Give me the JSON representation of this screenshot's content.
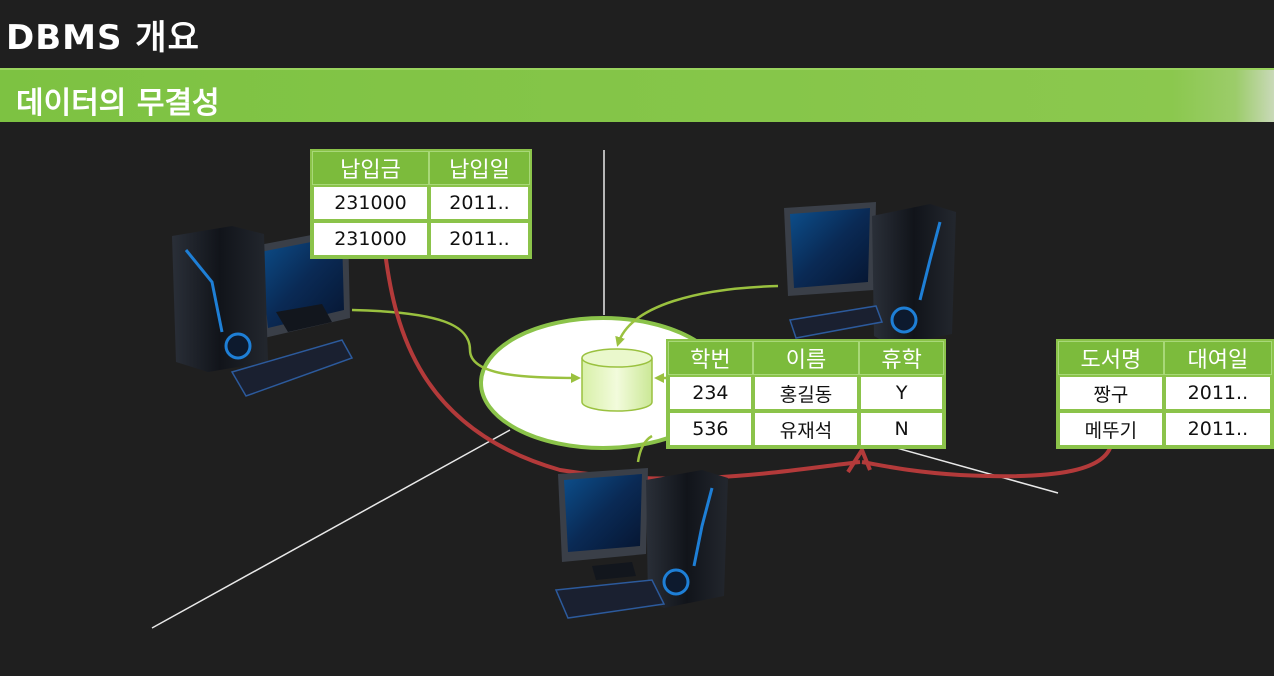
{
  "title": "DBMS 개요",
  "subtitle": "데이터의 무결성",
  "colors": {
    "accent_green": "#8bc34a",
    "red_arrow": "#b33a3a",
    "green_arrow": "#9ac13f",
    "background": "#1f1f1f"
  },
  "tables": {
    "payment": {
      "headers": [
        "납입금",
        "납입일"
      ],
      "rows": [
        [
          "231000",
          "2011.."
        ],
        [
          "231000",
          "2011.."
        ]
      ]
    },
    "student": {
      "headers": [
        "학번",
        "이름",
        "휴학"
      ],
      "rows": [
        [
          "234",
          "홍길동",
          "Y"
        ],
        [
          "536",
          "유재석",
          "N"
        ]
      ]
    },
    "library": {
      "headers": [
        "도서명",
        "대여일"
      ],
      "rows": [
        [
          "짱구",
          "2011.."
        ],
        [
          "메뚜기",
          "2011.."
        ]
      ]
    }
  },
  "icons": {
    "database": "database-cylinder-icon",
    "computer": "desktop-computer-icon"
  }
}
